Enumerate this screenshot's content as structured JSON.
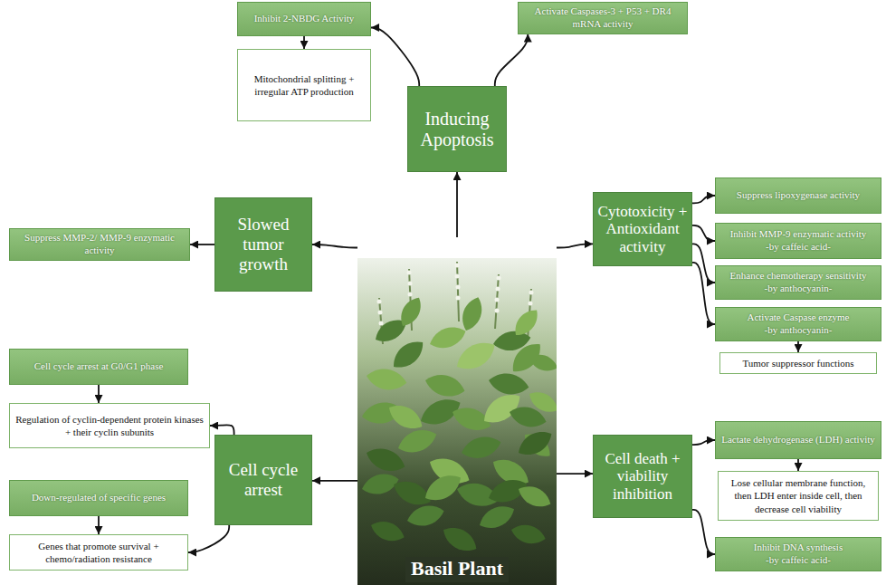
{
  "diagram": {
    "nodes": [
      {
        "text": [
          "Inhibit 2-NBDG Activity"
        ]
      },
      {
        "text": [
          "Activate Caspases-3 + P53 + DR4 mRNA activity"
        ]
      },
      {
        "text": [
          "Mitochondrial splitting + irregular ATP production"
        ]
      },
      {
        "text": [
          "Inducing Apoptosis"
        ]
      },
      {
        "text": [
          "Suppress lipoxygenase activity"
        ]
      },
      {
        "text": [
          "Cytotoxicity + Antioxidant activity"
        ]
      },
      {
        "text": [
          "Slowed tumor growth"
        ]
      },
      {
        "text": [
          "Inhibit MMP-9 enzymatic activity",
          "-by caffeic acid-"
        ]
      },
      {
        "text": [
          "Suppress MMP-2/ MMP-9 enzymatic activity"
        ]
      },
      {
        "text": [
          "Basil Plant"
        ]
      },
      {
        "text": [
          "Enhance chemotherapy sensitivity",
          "-by anthocyanin-"
        ]
      },
      {
        "text": [
          "Activate Caspase enzyme",
          "-by anthocyanin-"
        ]
      },
      {
        "text": [
          "Cell cycle arrest at G0/G1 phase"
        ]
      },
      {
        "text": [
          "Tumor suppressor functions"
        ]
      },
      {
        "text": [
          "Regulation of cyclin-dependent protein kinases + their cyclin subunits"
        ]
      },
      {
        "text": [
          "Lactate dehydrogenase (LDH) activity"
        ]
      },
      {
        "text": [
          "Cell cycle arrest"
        ]
      },
      {
        "text": [
          "Cell death + viability inhibition"
        ]
      },
      {
        "text": [
          "Down-regulated of specific genes"
        ]
      },
      {
        "text": [
          "Lose cellular membrane function, then LDH enter inside cell, then decrease cell viability"
        ]
      },
      {
        "text": [
          "Genes that promote survival + chemo/radiation resistance"
        ]
      },
      {
        "text": [
          "Inhibit DNA synthesis",
          "-by caffeic acid-"
        ]
      }
    ],
    "edges": [
      {
        "from": 9,
        "to": 3,
        "arrow": "to"
      },
      {
        "from": 3,
        "to": 0,
        "arrow": "to"
      },
      {
        "from": 3,
        "to": 1,
        "arrow": "to"
      },
      {
        "from": 0,
        "to": 2,
        "arrow": "to"
      },
      {
        "from": 9,
        "to": 6,
        "arrow": "to"
      },
      {
        "from": 6,
        "to": 8,
        "arrow": "to"
      },
      {
        "from": 9,
        "to": 5,
        "arrow": "to"
      },
      {
        "from": 5,
        "to": 4,
        "arrow": "to"
      },
      {
        "from": 5,
        "to": 7,
        "arrow": "to"
      },
      {
        "from": 5,
        "to": 10,
        "arrow": "to"
      },
      {
        "from": 5,
        "to": 11,
        "arrow": "to"
      },
      {
        "from": 11,
        "to": 13,
        "arrow": "to"
      },
      {
        "from": 16,
        "to": 14,
        "arrow": "to"
      },
      {
        "from": 16,
        "to": 20,
        "arrow": "to"
      },
      {
        "from": 12,
        "to": 14,
        "arrow": "to"
      },
      {
        "from": 18,
        "to": 20,
        "arrow": "to"
      },
      {
        "from": 9,
        "to": 16,
        "arrow": "to"
      },
      {
        "from": 9,
        "to": 17,
        "arrow": "to"
      },
      {
        "from": 17,
        "to": 15,
        "arrow": "to"
      },
      {
        "from": 15,
        "to": 19,
        "arrow": "to"
      },
      {
        "from": 17,
        "to": 21,
        "arrow": "to"
      }
    ]
  }
}
